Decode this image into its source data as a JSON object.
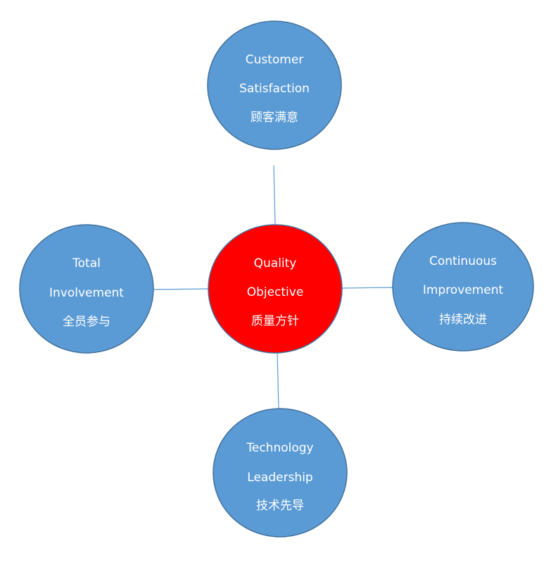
{
  "colors": {
    "center_fill": "#ff0000",
    "outer_fill": "#5b9bd5",
    "stroke": "#41719c",
    "connector": "#5b9bd5",
    "text": "#ffffff"
  },
  "center": {
    "line1": "Quality",
    "line2": "Objective",
    "line3": "质量方针"
  },
  "top": {
    "line1": "Customer",
    "line2": "Satisfaction",
    "line3": "顾客满意"
  },
  "left": {
    "line1": "Total",
    "line2": "Involvement",
    "line3": "全员参与"
  },
  "right": {
    "line1": "Continuous",
    "line2": "Improvement",
    "line3": "持续改进"
  },
  "bottom": {
    "line1": "Technology",
    "line2": "Leadership",
    "line3": "技术先导"
  }
}
